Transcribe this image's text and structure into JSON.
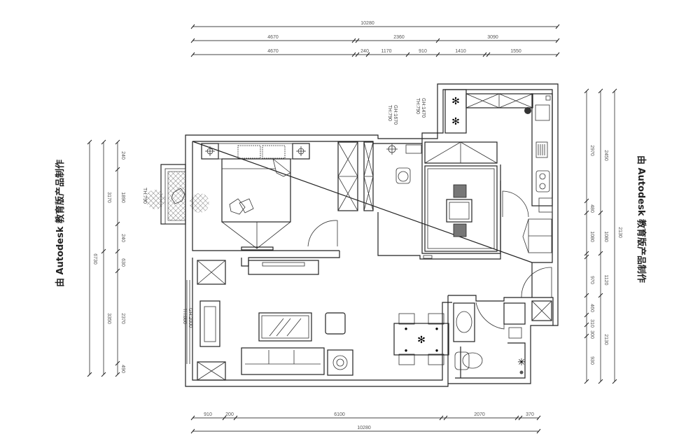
{
  "watermark": {
    "left": "由 Autodesk 教育版产品制作",
    "right": "由 Autodesk 教育版产品制作"
  },
  "dimensions": {
    "top": {
      "overall": "10280",
      "row2": [
        "4670",
        "2360",
        "3090"
      ],
      "row3": [
        "4670",
        "240",
        "1170",
        "910",
        "1410",
        "1550"
      ]
    },
    "bottom": {
      "row1": [
        "910",
        "200",
        "6100",
        "2070",
        "370"
      ],
      "overall": "10280"
    },
    "left": {
      "overall": "6730",
      "col2": [
        "3170",
        "3350"
      ],
      "col3": [
        "240",
        "1890",
        "240",
        "630",
        "2370",
        "490"
      ]
    },
    "right": {
      "col1": [
        "2970",
        "480",
        "1080",
        "970",
        "460",
        "310",
        "300",
        "930"
      ],
      "col2": [
        "2450",
        "1080",
        "1120",
        "2130"
      ],
      "overall": "2130"
    }
  },
  "annotations": {
    "study": {
      "gh": "GH:1670",
      "th": "TH:790"
    },
    "kitchen": {
      "gh": "GH:1470",
      "th": "TH:790"
    },
    "balcony": {
      "th": "TH:790"
    },
    "living": {
      "gh": "GH:2000",
      "th": "TH:880"
    }
  }
}
